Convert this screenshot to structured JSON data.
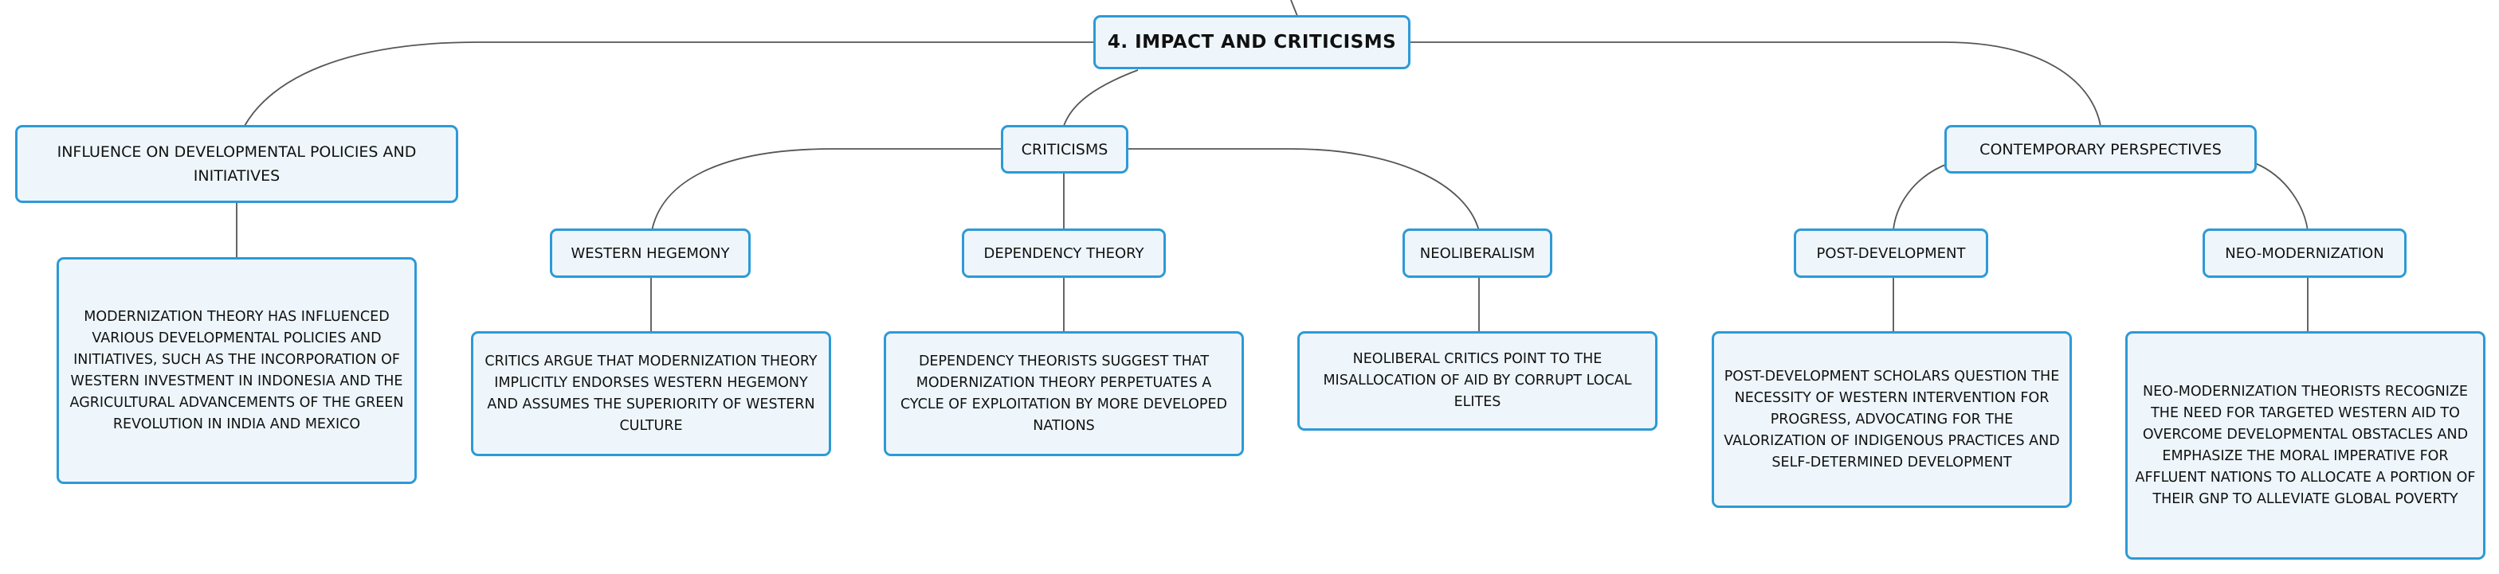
{
  "root": {
    "label": "4. IMPACT AND CRITICISMS"
  },
  "branches": {
    "influence": {
      "label": "INFLUENCE ON DEVELOPMENTAL POLICIES AND INITIATIVES",
      "detail": "MODERNIZATION THEORY HAS INFLUENCED VARIOUS DEVELOPMENTAL POLICIES AND INITIATIVES, SUCH AS THE INCORPORATION OF WESTERN INVESTMENT IN INDONESIA AND THE AGRICULTURAL ADVANCEMENTS OF THE GREEN REVOLUTION IN INDIA AND MEXICO"
    },
    "criticisms": {
      "label": "CRITICISMS",
      "western_hegemony": {
        "label": "WESTERN HEGEMONY",
        "detail": "CRITICS ARGUE THAT MODERNIZATION THEORY IMPLICITLY ENDORSES WESTERN HEGEMONY AND ASSUMES THE SUPERIORITY OF WESTERN CULTURE"
      },
      "dependency_theory": {
        "label": "DEPENDENCY THEORY",
        "detail": "DEPENDENCY THEORISTS SUGGEST THAT MODERNIZATION THEORY PERPETUATES A CYCLE OF EXPLOITATION BY MORE DEVELOPED NATIONS"
      },
      "neoliberalism": {
        "label": "NEOLIBERALISM",
        "detail": "NEOLIBERAL CRITICS POINT TO THE MISALLOCATION OF AID BY CORRUPT LOCAL ELITES"
      }
    },
    "contemporary": {
      "label": "CONTEMPORARY PERSPECTIVES",
      "post_development": {
        "label": "POST-DEVELOPMENT",
        "detail": "POST-DEVELOPMENT SCHOLARS QUESTION THE NECESSITY OF WESTERN INTERVENTION FOR PROGRESS, ADVOCATING FOR THE VALORIZATION OF INDIGENOUS PRACTICES AND SELF-DETERMINED DEVELOPMENT"
      },
      "neo_modernization": {
        "label": "NEO-MODERNIZATION",
        "detail": "NEO-MODERNIZATION THEORISTS RECOGNIZE THE NEED FOR TARGETED WESTERN AID TO OVERCOME DEVELOPMENTAL OBSTACLES AND EMPHASIZE THE MORAL IMPERATIVE FOR AFFLUENT NATIONS TO ALLOCATE A PORTION OF THEIR GNP TO ALLEVIATE GLOBAL POVERTY"
      }
    }
  },
  "colors": {
    "border": "#2d9ad6",
    "fill": "#eef6fc",
    "connector": "#555555"
  }
}
